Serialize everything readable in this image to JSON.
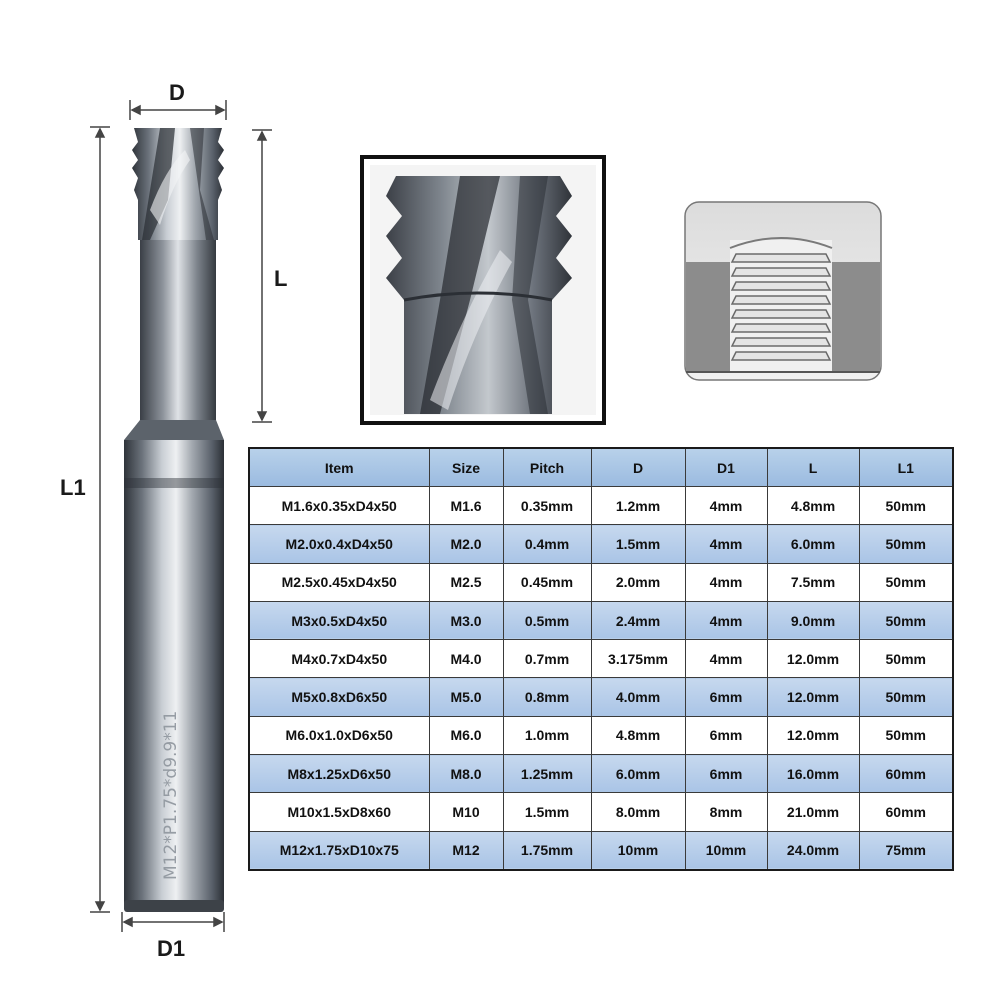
{
  "labels": {
    "d": "D",
    "l": "L",
    "l1": "L1",
    "d1": "D1"
  },
  "engraving": "M12*P1.75*d9.9*11",
  "table": {
    "headers": [
      "Item",
      "Size",
      "Pitch",
      "D",
      "D1",
      "L",
      "L1"
    ],
    "rows": [
      [
        "M1.6x0.35xD4x50",
        "M1.6",
        "0.35mm",
        "1.2mm",
        "4mm",
        "4.8mm",
        "50mm"
      ],
      [
        "M2.0x0.4xD4x50",
        "M2.0",
        "0.4mm",
        "1.5mm",
        "4mm",
        "6.0mm",
        "50mm"
      ],
      [
        "M2.5x0.45xD4x50",
        "M2.5",
        "0.45mm",
        "2.0mm",
        "4mm",
        "7.5mm",
        "50mm"
      ],
      [
        "M3x0.5xD4x50",
        "M3.0",
        "0.5mm",
        "2.4mm",
        "4mm",
        "9.0mm",
        "50mm"
      ],
      [
        "M4x0.7xD4x50",
        "M4.0",
        "0.7mm",
        "3.175mm",
        "4mm",
        "12.0mm",
        "50mm"
      ],
      [
        "M5x0.8xD6x50",
        "M5.0",
        "0.8mm",
        "4.0mm",
        "6mm",
        "12.0mm",
        "50mm"
      ],
      [
        "M6.0x1.0xD6x50",
        "M6.0",
        "1.0mm",
        "4.8mm",
        "6mm",
        "12.0mm",
        "50mm"
      ],
      [
        "M8x1.25xD6x50",
        "M8.0",
        "1.25mm",
        "6.0mm",
        "6mm",
        "16.0mm",
        "60mm"
      ],
      [
        "M10x1.5xD8x60",
        "M10",
        "1.5mm",
        "8.0mm",
        "8mm",
        "21.0mm",
        "60mm"
      ],
      [
        "M12x1.75xD10x75",
        "M12",
        "1.75mm",
        "10mm",
        "10mm",
        "24.0mm",
        "75mm"
      ]
    ]
  },
  "colors": {
    "header_blue": "#a8c4e4",
    "row_blue": "#b5cdea",
    "metal_dark": "#3b4047",
    "metal_light": "#d7dbe0"
  }
}
